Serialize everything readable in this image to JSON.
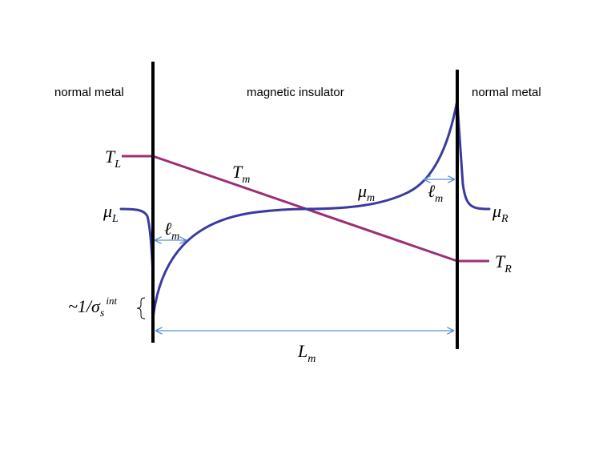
{
  "regions": {
    "left": "normal metal",
    "middle": "magnetic insulator",
    "right": "normal metal"
  },
  "symbols": {
    "T_L": {
      "main": "T",
      "sub": "L"
    },
    "T_R": {
      "main": "T",
      "sub": "R"
    },
    "T_m": {
      "main": "T",
      "sub": "m"
    },
    "mu_L": {
      "main": "μ",
      "sub": "L"
    },
    "mu_R": {
      "main": "μ",
      "sub": "R"
    },
    "mu_m": {
      "main": "μ",
      "sub": "m"
    },
    "ell_left": {
      "main": "ℓ",
      "sub": "m"
    },
    "ell_right": {
      "main": "ℓ",
      "sub": "m"
    },
    "L_m": {
      "main": "L",
      "sub": "m"
    },
    "sigma": {
      "prefix": "~1/σ",
      "sub": "s",
      "sup": "int"
    }
  },
  "colors": {
    "temperature_line": "#9b2f74",
    "chemical_potential": "#3a3aa0",
    "arrow": "#5b8fd1",
    "interface": "#000000"
  }
}
